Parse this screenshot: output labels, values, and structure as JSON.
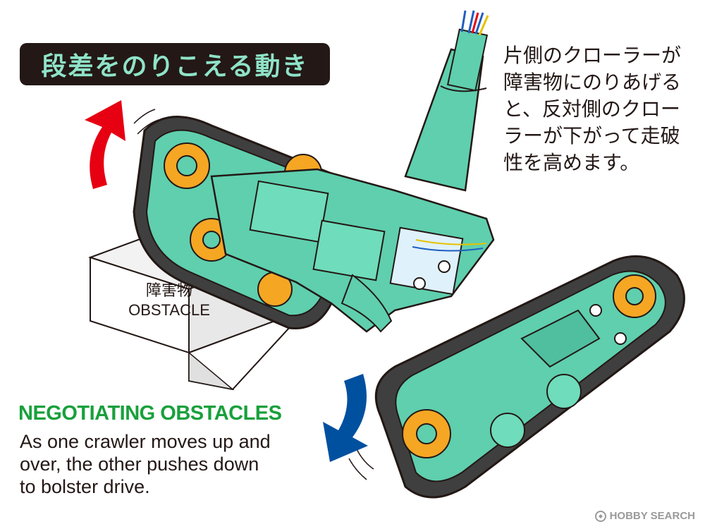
{
  "title": "段差をのりこえる動き",
  "jp_description": [
    "片側のクローラーが",
    "障害物にのりあげる",
    "と、反対側のクロー",
    "ラーが下がって走破",
    "性を高めます。"
  ],
  "obstacle": {
    "label_jp": "障害物",
    "label_en": "OBSTACLE"
  },
  "en_heading": "NEGOTIATING OBSTACLES",
  "en_description": [
    "As one crawler moves up and",
    "over, the other pushes down",
    "to bolster drive."
  ],
  "watermark": "HOBBY SEARCH",
  "colors": {
    "title_bg": "#231815",
    "title_text": "#8fe3c8",
    "heading_green": "#19a03c",
    "chassis": "#5fcfae",
    "track": "#4a4a4a",
    "wheel_orange": "#f5a623",
    "arrow_up": "#e60012",
    "arrow_down": "#0050a0"
  },
  "icons": {
    "up_arrow": "red-curved-up-arrow",
    "down_arrow": "blue-curved-down-arrow"
  }
}
